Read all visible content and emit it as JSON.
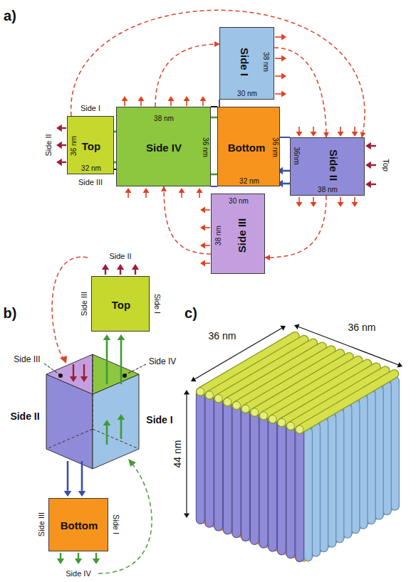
{
  "diagram": {
    "nodes": [
      {
        "text": [
          "Top",
          "36 nm",
          "32 nm"
        ]
      },
      {
        "text": [
          "Side IV",
          "38 nm",
          "36 nm"
        ]
      },
      {
        "text": [
          "Side I",
          "38 nm",
          "30 nm"
        ]
      },
      {
        "text": [
          "Bottom",
          "36 nm",
          "32 nm"
        ]
      },
      {
        "text": [
          "Side II",
          "36nm",
          "38 nm"
        ]
      },
      {
        "text": [
          "Side III",
          "30 nm",
          "38 nm"
        ]
      },
      {
        "text": [
          "Top"
        ]
      },
      {
        "text": [
          "Bottom"
        ]
      }
    ],
    "edges": [
      {
        "from": 0,
        "to": 4,
        "arrow": "to"
      },
      {
        "from": 1,
        "to": 2,
        "arrow": "to"
      },
      {
        "from": 2,
        "to": 4,
        "arrow": "to"
      },
      {
        "from": 4,
        "to": 5,
        "arrow": "to"
      },
      {
        "from": 5,
        "to": 1,
        "arrow": "to"
      }
    ],
    "labels": [
      "a)",
      "Side I",
      "Side II",
      "Side III",
      "Top",
      "b)",
      "Side II",
      "Side III",
      "Side I",
      "Side III",
      "Side IV",
      "Side II",
      "Side I",
      "Side III",
      "Side I",
      "Side IV",
      "c)",
      "36 nm",
      "36 nm",
      "44 nm"
    ]
  }
}
